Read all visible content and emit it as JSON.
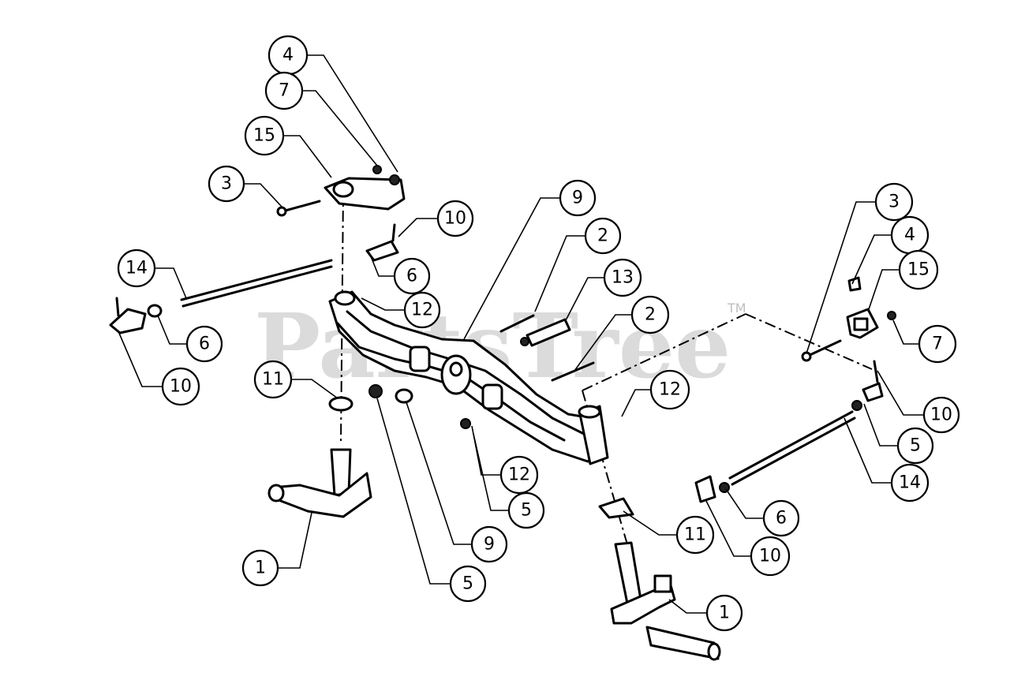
{
  "watermark": {
    "text": "PartsTree",
    "trademark": "TM"
  },
  "callouts": [
    "4",
    "7",
    "15",
    "3",
    "10",
    "6",
    "14",
    "6",
    "10",
    "9",
    "2",
    "13",
    "12",
    "2",
    "12",
    "11",
    "12",
    "5",
    "9",
    "5",
    "1",
    "3",
    "4",
    "15",
    "7",
    "10",
    "5",
    "14",
    "6",
    "10",
    "11",
    "1"
  ]
}
